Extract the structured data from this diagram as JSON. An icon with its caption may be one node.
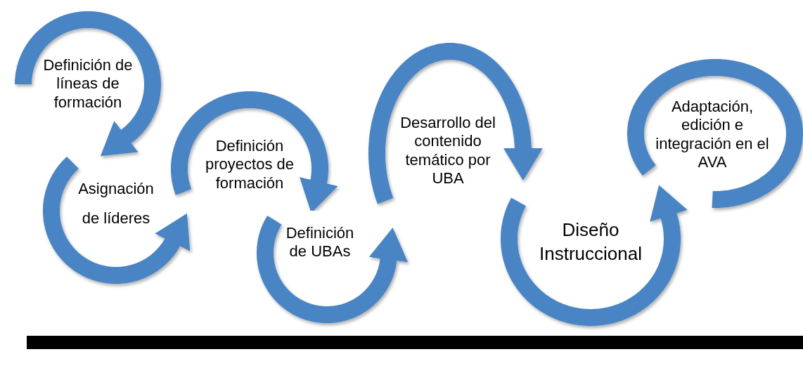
{
  "diagram": {
    "nodes": [
      {
        "text": [
          "Definición de líneas de formación"
        ]
      },
      {
        "text": [
          "Asignación de líderes"
        ]
      },
      {
        "text": [
          "Definición proyectos de formación"
        ]
      },
      {
        "text": [
          "Definición de UBAs"
        ]
      },
      {
        "text": [
          "Desarrollo del contenido temático por UBA"
        ]
      },
      {
        "text": [
          "Diseño Instruccional"
        ]
      },
      {
        "text": [
          "Adaptación, edición e integración en el AVA"
        ]
      }
    ]
  }
}
